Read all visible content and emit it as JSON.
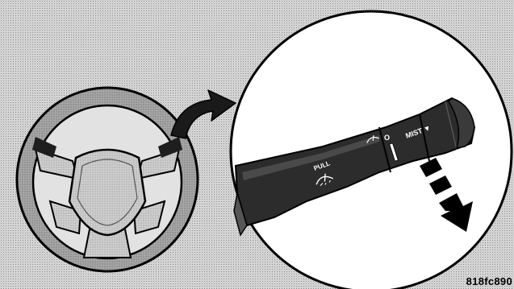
{
  "colors": {
    "background": "#d9d9d9",
    "wheel_rim": "#9a9a9a",
    "wheel_hub": "#c8c8c8",
    "stalk": "#2a2a2a",
    "ink": "#000000"
  },
  "icons": [
    "arrow-curved-icon",
    "wiper-icon",
    "arrow-down-right-icon"
  ],
  "labels": {
    "pull": "PULL",
    "mist": "MIST",
    "mist_symbol": "▼",
    "off_mark": "O"
  },
  "figure_id": "818fc890"
}
